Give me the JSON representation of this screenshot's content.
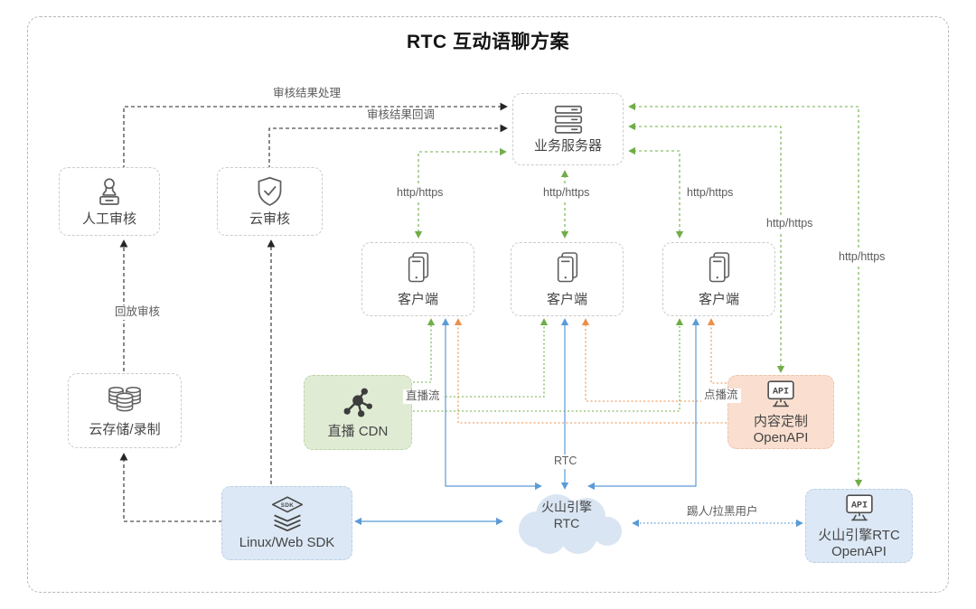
{
  "title": "RTC 互动语聊方案",
  "nodes": {
    "server": {
      "label": "业务服务器"
    },
    "manual_review": {
      "label": "人工审核"
    },
    "cloud_review": {
      "label": "云审核"
    },
    "client_1": {
      "label": "客户端"
    },
    "client_2": {
      "label": "客户端"
    },
    "client_3": {
      "label": "客户端"
    },
    "live_cdn": {
      "label": "直播 CDN"
    },
    "content_openapi": {
      "line1": "内容定制",
      "line2": "OpenAPI",
      "icon_text": "API"
    },
    "cloud_storage": {
      "label": "云存储/录制"
    },
    "linux_web_sdk": {
      "label": "Linux/Web SDK",
      "icon_text": "SDK"
    },
    "rtc_cloud": {
      "line1": "火山引擎",
      "line2": "RTC"
    },
    "rtc_openapi": {
      "line1": "火山引擎RTC",
      "line2": "OpenAPI",
      "icon_text": "API"
    }
  },
  "edge_labels": {
    "review_result_handling": "审核结果处理",
    "review_result_callback": "审核结果回调",
    "http_https_client_1": "http/https",
    "http_https_client_2": "http/https",
    "http_https_client_3": "http/https",
    "http_https_content_openapi": "http/https",
    "http_https_rtc_openapi": "http/https",
    "playback_review": "回放审核",
    "live_stream": "直播流",
    "vod_stream": "点播流",
    "rtc": "RTC",
    "kick_blacklist_user": "踢人/拉黑用户"
  },
  "edges": [
    {
      "from": "人工审核",
      "to": "业务服务器",
      "label": "审核结果处理",
      "style": "black-dashed",
      "bidirectional": false
    },
    {
      "from": "云审核",
      "to": "业务服务器",
      "label": "审核结果回调",
      "style": "black-dashed",
      "bidirectional": false
    },
    {
      "from": "云存储/录制",
      "to": "人工审核",
      "label": "回放审核",
      "style": "black-dashed",
      "bidirectional": false
    },
    {
      "from": "Linux/Web SDK",
      "to": "云存储/录制",
      "style": "black-dashed",
      "bidirectional": false
    },
    {
      "from": "Linux/Web SDK",
      "to": "云审核",
      "style": "black-dashed",
      "bidirectional": false
    },
    {
      "from": "客户端",
      "to": "业务服务器",
      "label": "http/https",
      "style": "green-dashed",
      "bidirectional": true
    },
    {
      "from": "内容定制 OpenAPI",
      "to": "业务服务器",
      "label": "http/https",
      "style": "green-dashed",
      "bidirectional": true
    },
    {
      "from": "火山引擎RTC OpenAPI",
      "to": "业务服务器",
      "label": "http/https",
      "style": "green-dashed",
      "bidirectional": true
    },
    {
      "from": "直播 CDN",
      "to": "客户端",
      "label": "直播流",
      "style": "green-dotted",
      "bidirectional": false
    },
    {
      "from": "内容定制 OpenAPI",
      "to": "客户端",
      "label": "点播流",
      "style": "orange-dotted",
      "bidirectional": false
    },
    {
      "from": "客户端",
      "to": "火山引擎 RTC",
      "label": "RTC",
      "style": "blue-solid",
      "bidirectional": true
    },
    {
      "from": "Linux/Web SDK",
      "to": "火山引擎 RTC",
      "style": "blue-solid",
      "bidirectional": true
    },
    {
      "from": "火山引擎 RTC",
      "to": "火山引擎RTC OpenAPI",
      "label": "踢人/拉黑用户",
      "style": "blue-dotted",
      "bidirectional": true
    }
  ],
  "colors": {
    "green_flow": "#70ad47",
    "orange_flow": "#ed8f48",
    "blue_flow": "#5b9bd5",
    "black_flow": "#262626",
    "cdn_bg": "#e0ebd4",
    "openapi_bg": "#fadfd0",
    "sdk_bg": "#dce8f5",
    "cloud_shape": "#d9e5f2"
  }
}
